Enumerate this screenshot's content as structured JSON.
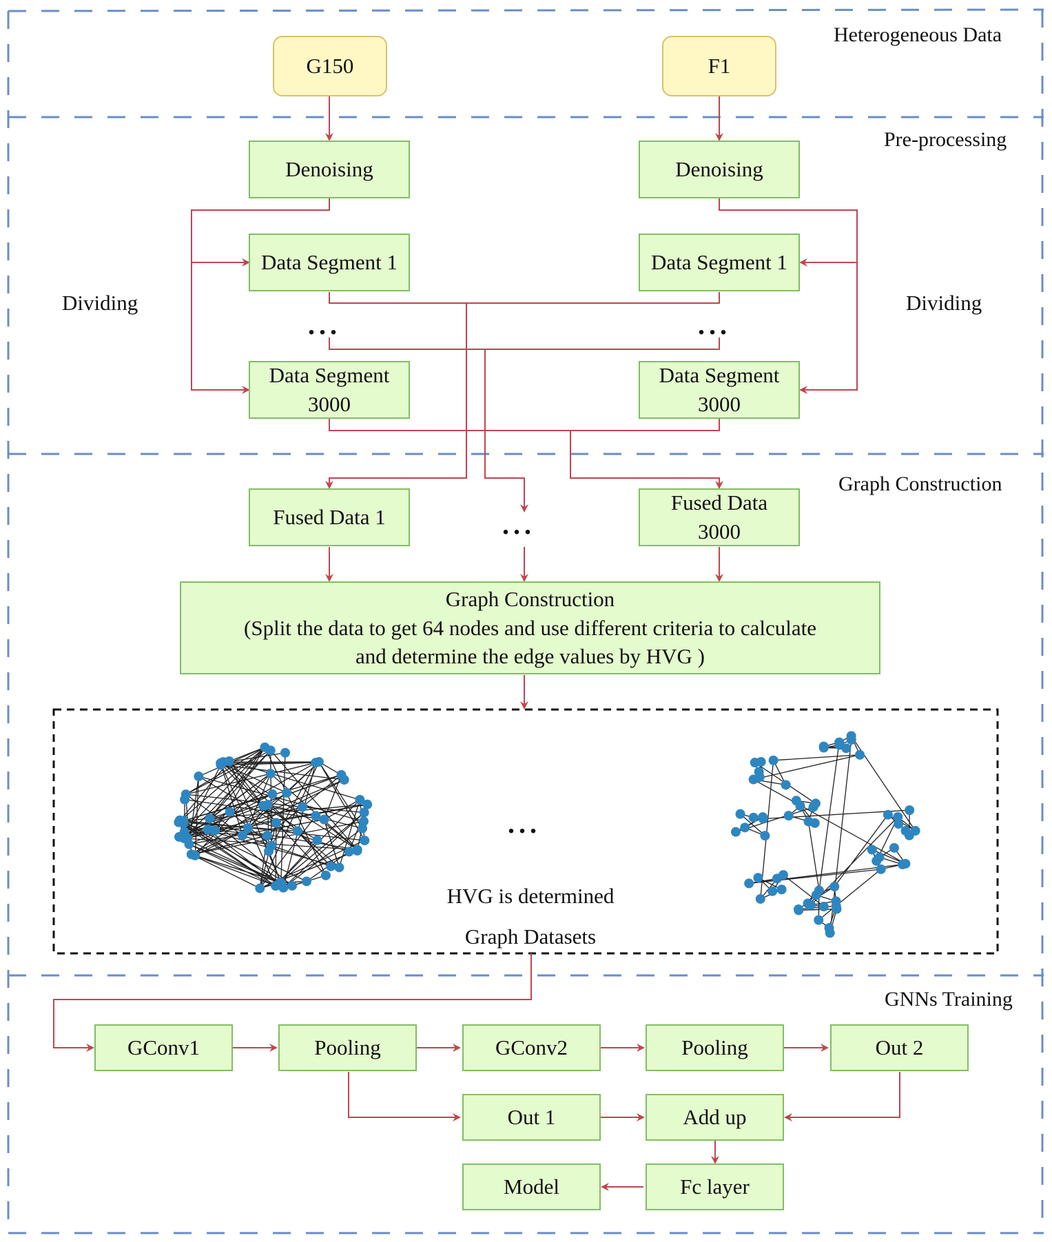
{
  "sections": {
    "heterogeneous": "Heterogeneous Data",
    "preprocessing": "Pre-processing",
    "graph_construction": "Graph Construction",
    "gnn_training": "GNNs Training"
  },
  "sources": {
    "left": "G150",
    "right": "F1"
  },
  "preprocessing": {
    "denoise_left": "Denoising",
    "denoise_right": "Denoising",
    "dividing_left": "Dividing",
    "dividing_right": "Dividing",
    "seg1_left": "Data Segment 1",
    "seg1_right": "Data Segment 1",
    "segN_left": "Data Segment 3000",
    "segN_right": "Data Segment 3000",
    "ellipsis": "..."
  },
  "graph": {
    "fused1": "Fused Data 1",
    "fusedN": "Fused Data 3000",
    "ellipsis": "...",
    "construction_title": "Graph Construction",
    "construction_desc_1": "(Split the data to get 64 nodes and use different criteria to calculate",
    "construction_desc_2": "and determine the edge values by HVG )",
    "hvg_caption": "HVG is determined",
    "datasets_caption": "Graph Datasets",
    "graph_ellipsis": "...",
    "node_color": "#2e86c1"
  },
  "training": {
    "gconv1": "GConv1",
    "pool1": "Pooling",
    "gconv2": "GConv2",
    "pool2": "Pooling",
    "out2": "Out 2",
    "out1": "Out 1",
    "addup": "Add up",
    "fc": "Fc layer",
    "model": "Model"
  },
  "colors": {
    "section_border": "#6a8cc8",
    "arrow": "#c0454f",
    "box_fill": "#e4fbcd",
    "box_border": "#82bd63",
    "source_fill": "#fff8c4",
    "source_border": "#d8c16a"
  }
}
